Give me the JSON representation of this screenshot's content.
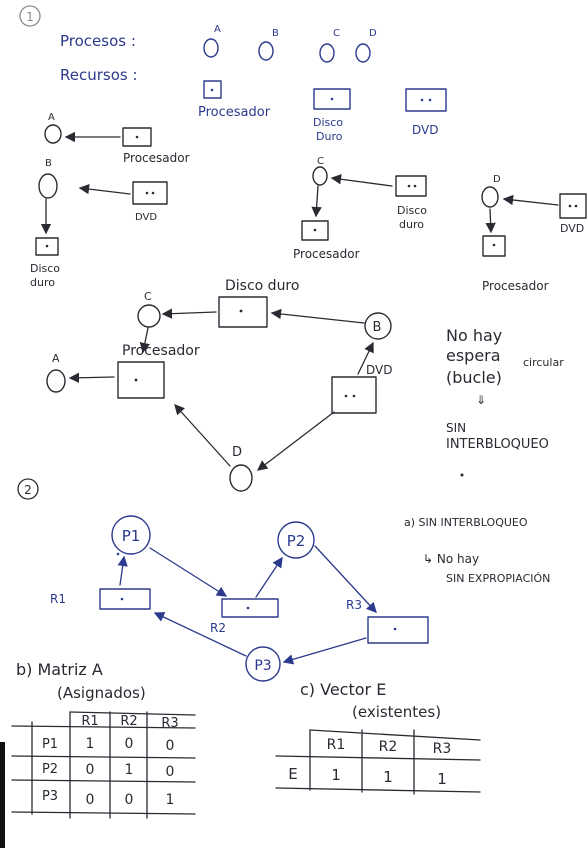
{
  "colors": {
    "ink": "#2a2a33",
    "blue_ink": "#2b3a8c",
    "paper": "#ffffff"
  },
  "section1": {
    "number": "1",
    "procesos_label": "Procesos :",
    "recursos_label": "Recursos :",
    "process_letters": [
      "A",
      "B",
      "C",
      "D"
    ],
    "resource_names": {
      "procesador": "Procesador",
      "disco1": "Disco",
      "disco2": "Duro",
      "dvd": "DVD"
    },
    "mini_graphs": {
      "a_label": "A",
      "a_res": "Procesador",
      "b_label": "B",
      "b_res1": "DVD",
      "b_res2_1": "Disco",
      "b_res2_2": "duro",
      "c_label": "C",
      "c_res1_1": "Disco",
      "c_res1_2": "duro",
      "c_res2": "Procesador",
      "d_label": "D",
      "d_res1": "DVD",
      "d_res2": "Procesador"
    },
    "combined": {
      "c_label": "C",
      "a_label": "A",
      "b_label": "B",
      "d_label": "D",
      "disco_label": "Disco duro",
      "procesador_label": "Procesador",
      "dvd_label": "DVD"
    },
    "notes": {
      "line1": "No hay",
      "line2": "espera",
      "line2b": "circular",
      "line3": "(bucle)",
      "arrow": "⇓",
      "line4": "SIN",
      "line5": "INTERBLOQUEO"
    }
  },
  "section2": {
    "number": "2",
    "graph": {
      "p1": "P1",
      "p2": "P2",
      "p3": "P3",
      "r1": "R1",
      "r2": "R2",
      "r3": "R3"
    },
    "answer_a": {
      "line1": "a)  SIN INTERBLOQUEO",
      "line2": "↳ No hay",
      "line3": "SIN EXPROPIACIÓN"
    },
    "matrix_a": {
      "title": "b)  Matriz A",
      "subtitle": "(Asignados)",
      "headers": [
        "R1",
        "R2",
        "R3"
      ],
      "rows": [
        {
          "label": "P1",
          "cells": [
            "1",
            "0",
            "0"
          ]
        },
        {
          "label": "P2",
          "cells": [
            "0",
            "1",
            "0"
          ]
        },
        {
          "label": "P3",
          "cells": [
            "0",
            "0",
            "1"
          ]
        }
      ]
    },
    "vector_e": {
      "title": "c)  Vector E",
      "subtitle": "(existentes)",
      "headers": [
        "R1",
        "R2",
        "R3"
      ],
      "row_label": "E",
      "cells": [
        "1",
        "1",
        "1"
      ]
    }
  }
}
